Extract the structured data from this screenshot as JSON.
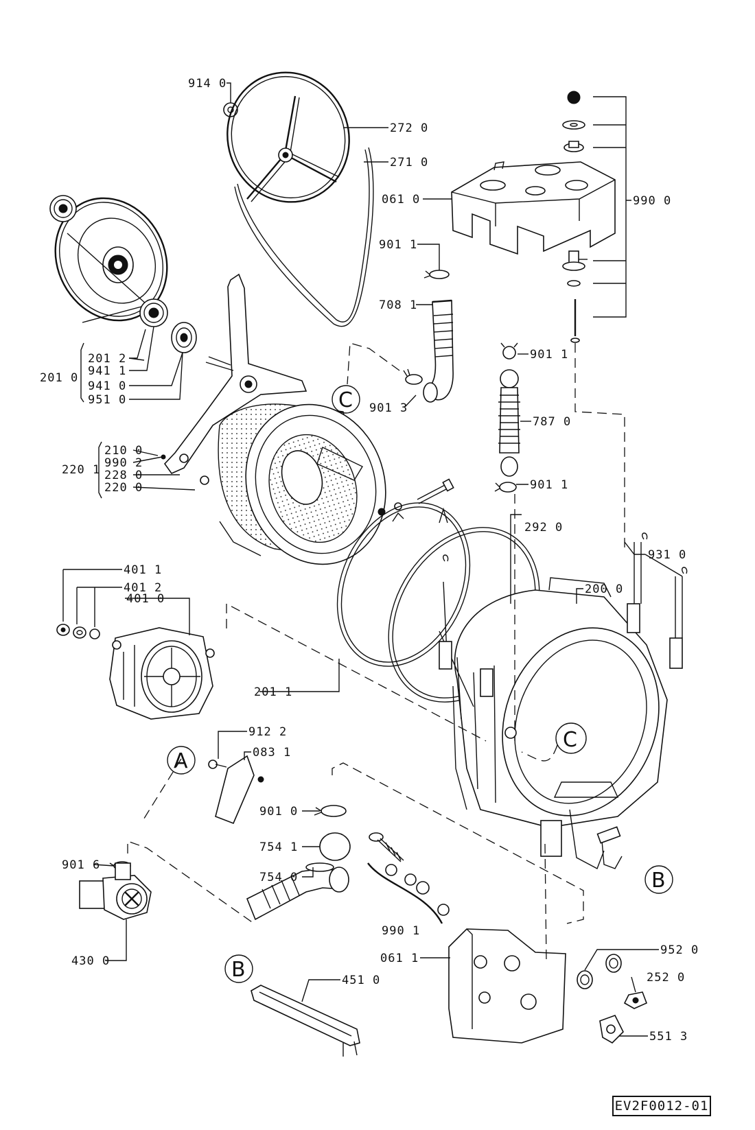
{
  "drawing_id": "EV2F0012-01",
  "callouts": {
    "c1": "C",
    "c2": "C",
    "a1": "A",
    "b1": "B",
    "b2": "B"
  },
  "labels": {
    "p914_0": "914 0",
    "p272_0": "272 0",
    "p271_0": "271 0",
    "p061_0": "061 0",
    "p990_0": "990 0",
    "p901_1a": "901 1",
    "p708_1": "708 1",
    "p901_1b": "901 1",
    "p201_2": "201 2",
    "p941_1": "941 1",
    "p201_0": "201 0",
    "p941_0": "941 0",
    "p951_0": "951 0",
    "p901_3": "901 3",
    "p787_0": "787 0",
    "p210_0": "210 0",
    "p990_2": "990 2",
    "p220_1": "220 1",
    "p228_0": "228 0",
    "p220_0": "220 0",
    "p901_1c": "901 1",
    "p292_0": "292 0",
    "p931_0": "931 0",
    "p401_1": "401 1",
    "p401_2": "401 2",
    "p401_0": "401 0",
    "p200_0": "200 0",
    "p201_1": "201 1",
    "p912_2": "912 2",
    "p083_1": "083 1",
    "p901_0": "901 0",
    "p754_1": "754 1",
    "p754_0": "754 0",
    "p901_6": "901 6",
    "p990_1": "990 1",
    "p430_0": "430 0",
    "p952_0": "952 0",
    "p451_0": "451 0",
    "p061_1": "061 1",
    "p252_0": "252 0",
    "p551_3": "551 3"
  }
}
